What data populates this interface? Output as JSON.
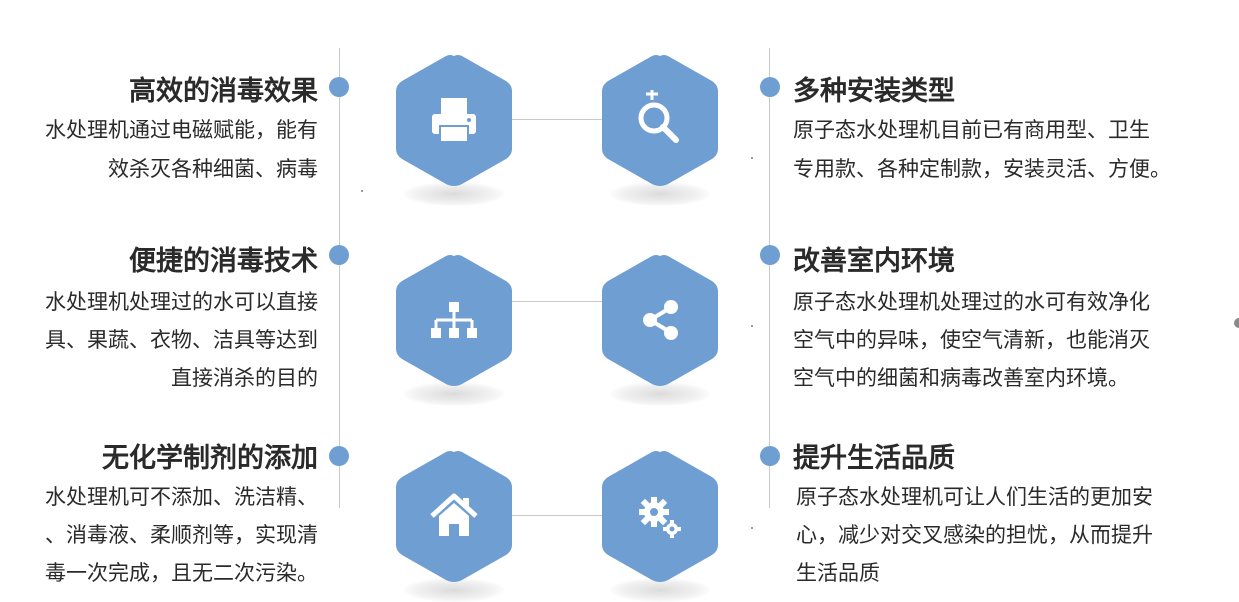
{
  "accent_color": "#6f9fd2",
  "left_features": [
    {
      "title": "高效的消毒效果",
      "lines": [
        "水处理机通过电磁赋能，能有",
        "效杀灭各种细菌、病毒"
      ]
    },
    {
      "title": "便捷的消毒技术",
      "lines": [
        "水处理机处理过的水可以直接",
        "具、果蔬、衣物、洁具等达到",
        "直接消杀的目的"
      ]
    },
    {
      "title": "无化学制剂的添加",
      "lines": [
        "水处理机可不添加、洗洁精、",
        "、消毒液、柔顺剂等，实现清",
        "毒一次完成，且无二次污染。"
      ]
    }
  ],
  "right_features": [
    {
      "title": "多种安装类型",
      "lines": [
        "原子态水处理机目前已有商用型、卫生",
        "专用款、各种定制款，安装灵活、方便。"
      ]
    },
    {
      "title": "改善室内环境",
      "lines": [
        "原子态水处理机处理过的水可有效净化",
        "空气中的异味，使空气清新，也能消灭",
        "空气中的细菌和病毒改善室内环境。"
      ]
    },
    {
      "title": "提升生活品质",
      "lines": [
        "原子态水处理机可让人们生活的更加安",
        "心，减少对交叉感染的担忧，从而提升",
        "生活品质"
      ]
    }
  ],
  "hex_icons": {
    "row1_left": "printer-icon",
    "row1_right": "zoom-in-icon",
    "row2_left": "sitemap-icon",
    "row2_right": "share-icon",
    "row3_left": "home-icon",
    "row3_right": "gears-icon"
  }
}
